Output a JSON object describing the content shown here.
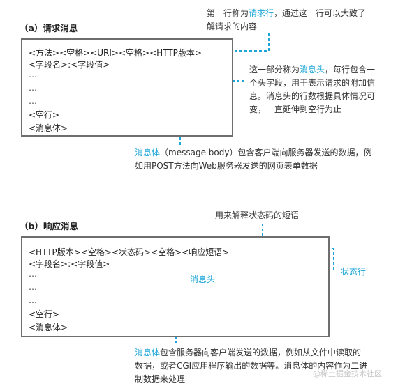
{
  "section_a": {
    "title": "（a）请求消息",
    "lines": {
      "request_line": "<方法><空格><URI><空格><HTTP版本>",
      "header_field": "<字段名>:<字段值>",
      "dots": [
        "…",
        "…",
        "…"
      ],
      "blank_line": "<空行>",
      "body": "<消息体>"
    },
    "note_request_line": {
      "pre": "第一行称为",
      "term": "请求行",
      "post_line1": "，通过这一行可以大致了",
      "line2": "解请求的内容"
    },
    "note_headers": {
      "pre": "这一部分称为",
      "term": "消息头",
      "post_line1": "，每行包含一",
      "line2": "个头字段，用于表示请求的附加信",
      "line3": "息。消息头的行数根据具体情况可",
      "line4": "变，一直延伸到空行为止"
    },
    "note_body": {
      "term": "消息体",
      "post_line1": "（message body）包含客户端向服务器发送的数据，例",
      "line2": "如用POST方法向Web服务器发送的网页表单数据"
    }
  },
  "section_b": {
    "title": "（b）响应消息",
    "lines": {
      "status_line": "<HTTP版本><空格><状态码><空格><响应短语>",
      "header_field": "<字段名>:<字段值>",
      "dots": [
        "…",
        "…",
        "…"
      ],
      "blank_line": "<空行>",
      "body": "<消息体>"
    },
    "note_phrase": "用来解释状态码的短语",
    "label_headers": "消息头",
    "label_status_line": "状态行",
    "note_body": {
      "term": "消息体",
      "post_line1": "包含服务器向客户端发送的数据，例如从文件中读取的",
      "line2": "数据，或者CGI应用程序输出的数据等。消息体的内容作为二进",
      "line3": "制数据来处理"
    }
  },
  "watermark": "@稀土掘金技术社区",
  "colors": {
    "accent": "#1aa5d6",
    "box_border": "#6e6e6e"
  }
}
